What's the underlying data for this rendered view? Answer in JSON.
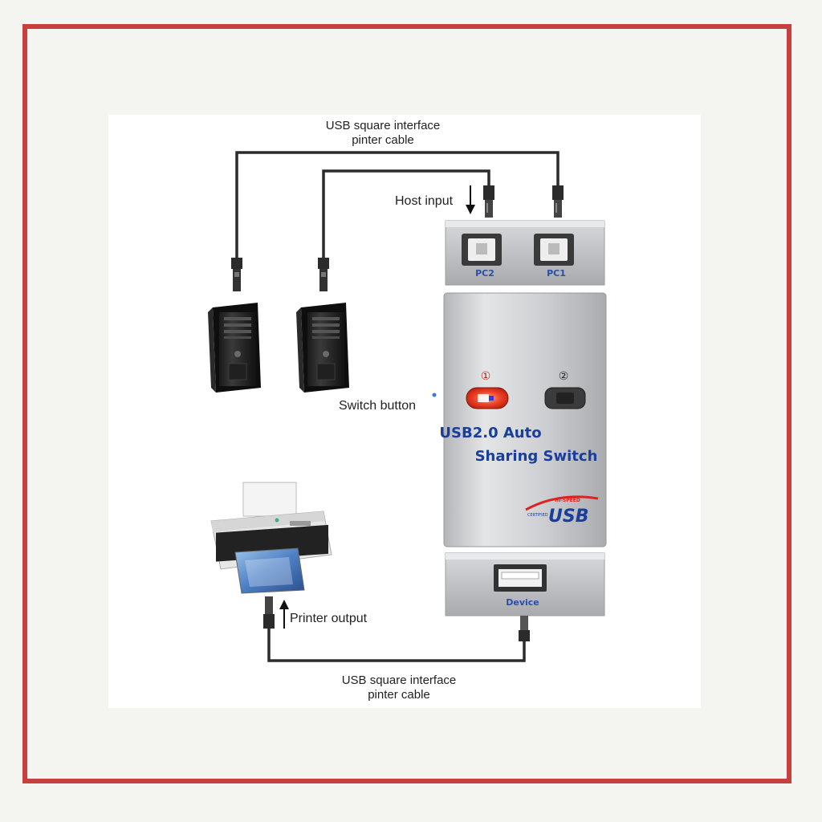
{
  "labels": {
    "top_cable": [
      "USB square interface",
      "pinter cable"
    ],
    "host_input": "Host input",
    "switch_button": "Switch button",
    "printer_output": "Printer output",
    "bottom_cable": [
      "USB square interface",
      "pinter cable"
    ]
  },
  "switch_device": {
    "port_pc2": "PC2",
    "port_pc1": "PC1",
    "led_1": "①",
    "led_2": "②",
    "title_line1": "USB2.0 Auto",
    "title_line2": "Sharing Switch",
    "usb_logo": "USB",
    "usb_logo_top": "HI-SPEED",
    "usb_logo_left": "CERTIFIED",
    "device_port": "Device"
  },
  "colors": {
    "frame_border": "#c8403e",
    "page_bg": "#f4f4f1",
    "device_silver": "#c9cacd",
    "caption_blue": "#2a4ea8",
    "led_active": "#e8321e"
  },
  "icons": [
    "desktop-pc-icon",
    "printer-icon",
    "usb-a-plug-icon",
    "usb-b-plug-icon",
    "arrow-up-icon",
    "arrow-down-icon"
  ]
}
